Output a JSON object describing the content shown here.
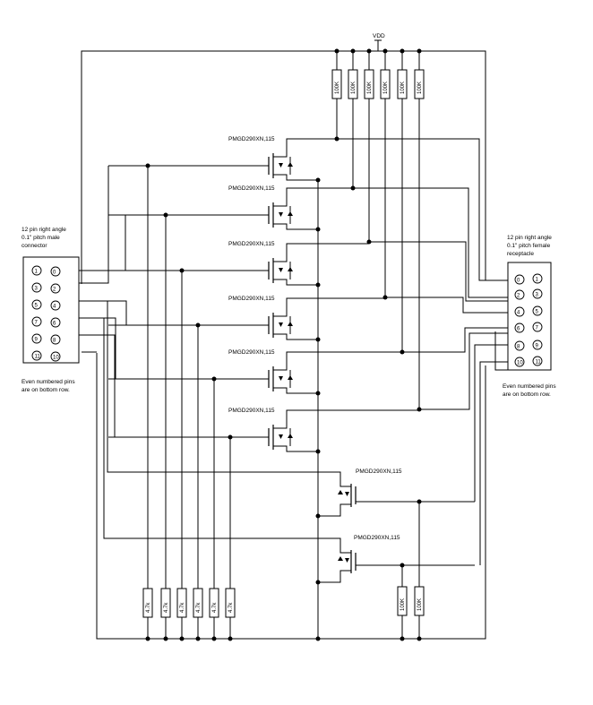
{
  "supply": {
    "vdd_label": "VDD"
  },
  "left_connector": {
    "title_lines": [
      "12 pin right angle",
      "0.1\" pitch male",
      "connector"
    ],
    "pins": [
      "1",
      "0",
      "3",
      "2",
      "5",
      "4",
      "7",
      "6",
      "9",
      "8",
      "11",
      "10"
    ],
    "note_lines": [
      "Even numbered pins",
      "are on bottom row."
    ]
  },
  "right_connector": {
    "title_lines": [
      "12 pin right angle",
      "0.1\" pitch female",
      "receptacle"
    ],
    "pins": [
      "0",
      "1",
      "2",
      "3",
      "4",
      "5",
      "6",
      "7",
      "8",
      "9",
      "10",
      "11"
    ],
    "note_lines": [
      "Even numbered pins",
      "are on bottom row."
    ]
  },
  "transistors": [
    {
      "label": "PMGD290XN,115"
    },
    {
      "label": "PMGD290XN,115"
    },
    {
      "label": "PMGD290XN,115"
    },
    {
      "label": "PMGD290XN,115"
    },
    {
      "label": "PMGD290XN,115"
    },
    {
      "label": "PMGD290XN,115"
    },
    {
      "label": "PMGD290XN,115"
    },
    {
      "label": "PMGD290XN,115"
    }
  ],
  "pullup_resistors": [
    "100K",
    "100K",
    "100K",
    "100K",
    "100K",
    "100K"
  ],
  "pulldown_resistors": [
    "4.7k",
    "4.7k",
    "4.7k",
    "4.7k",
    "4.7k",
    "4.7k"
  ],
  "bottom_resistors": [
    "100K",
    "100K"
  ]
}
